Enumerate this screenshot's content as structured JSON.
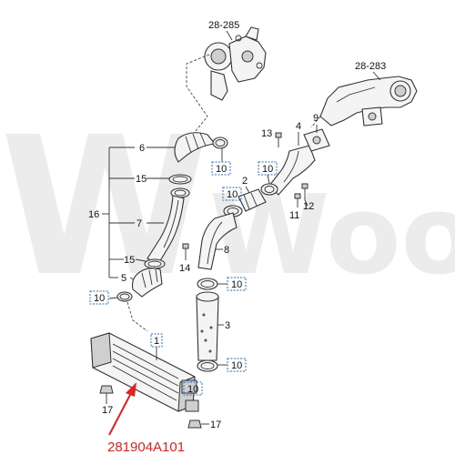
{
  "watermark": {
    "line1": "W",
    "line2": "Wooba"
  },
  "callouts": {
    "c_28_285": "28-285",
    "c_28_283": "28-283",
    "c_1": "1",
    "c_2": "2",
    "c_3": "3",
    "c_4": "4",
    "c_5": "5",
    "c_6": "6",
    "c_7": "7",
    "c_8": "8",
    "c_9": "9",
    "c_10a": "10",
    "c_10b": "10",
    "c_10c": "10",
    "c_10d": "10",
    "c_10e": "10",
    "c_10f": "10",
    "c_10g": "10",
    "c_11": "11",
    "c_12": "12",
    "c_13": "13",
    "c_14": "14",
    "c_15a": "15",
    "c_15b": "15",
    "c_16": "16",
    "c_17a": "17",
    "c_17b": "17"
  },
  "part_number": "281904A101",
  "colors": {
    "arrow": "#e41f1f",
    "callout_box": "#1f6fd0",
    "watermark": "#ececec"
  }
}
